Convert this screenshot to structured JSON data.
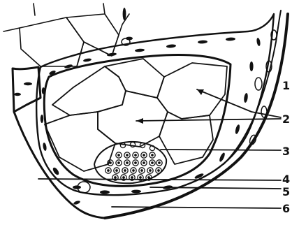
{
  "diagram": {
    "labels": [
      "1",
      "2",
      "3",
      "4",
      "5",
      "6"
    ],
    "colors": {
      "ink": "#111111",
      "background": "#ffffff"
    }
  }
}
